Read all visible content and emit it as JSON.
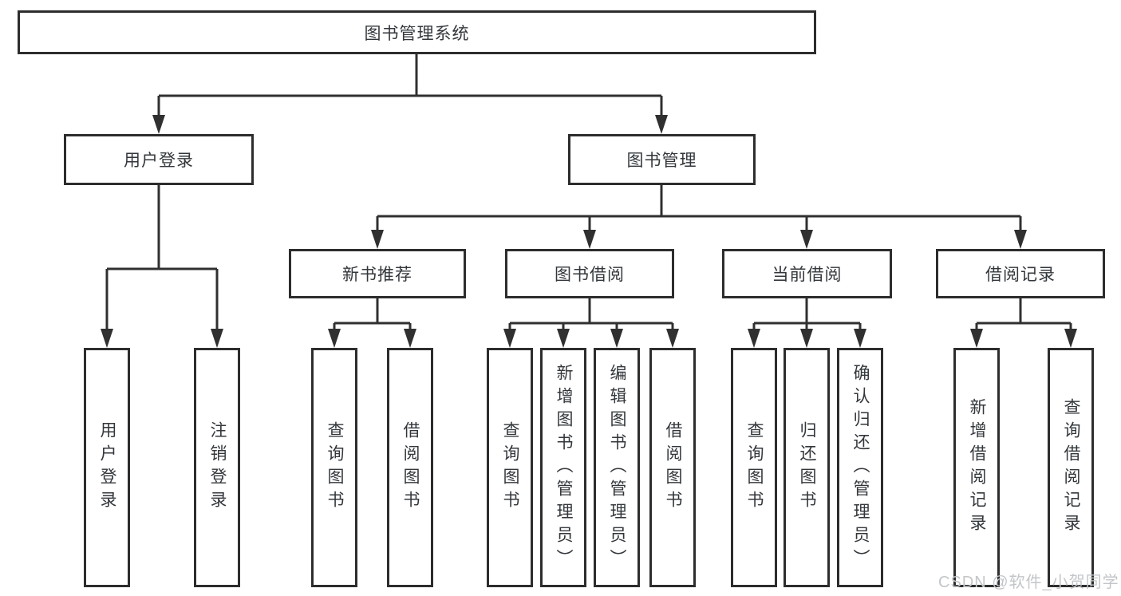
{
  "diagram": {
    "root": "图书管理系统",
    "login_branch": {
      "label": "用户登录",
      "children": [
        "用户登录",
        "注销登录"
      ]
    },
    "mgmt_branch": {
      "label": "图书管理",
      "sections": [
        {
          "label": "新书推荐",
          "children": [
            "查询图书",
            "借阅图书"
          ]
        },
        {
          "label": "图书借阅",
          "children": [
            "查询图书",
            "新增图书（管理员）",
            "编辑图书（管理员）",
            "借阅图书"
          ]
        },
        {
          "label": "当前借阅",
          "children": [
            "查询图书",
            "归还图书",
            "确认归还（管理员）"
          ]
        },
        {
          "label": "借阅记录",
          "children": [
            "新增借阅记录",
            "查询借阅记录"
          ]
        }
      ]
    },
    "colors": {
      "line": "#303030",
      "border": "#2d2d2d",
      "text": "#33373b",
      "watermark": "#c3c6c9"
    }
  },
  "watermark": "CSDN @软件_小贺同学"
}
